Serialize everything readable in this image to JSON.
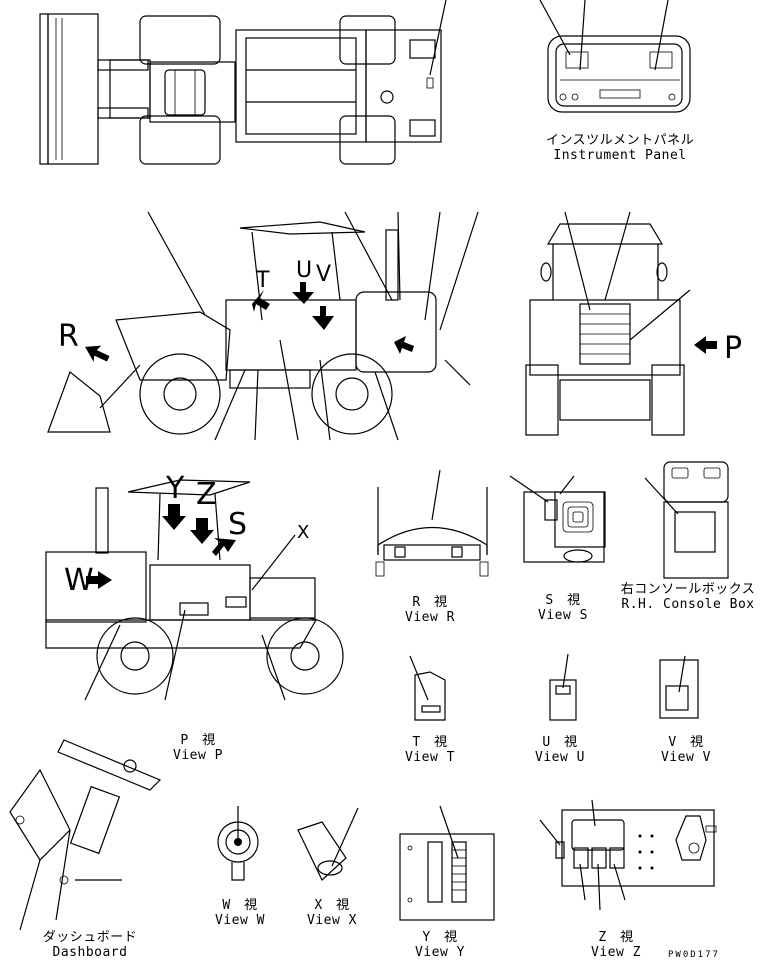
{
  "colors": {
    "ink": "#000000",
    "paper": "#ffffff"
  },
  "letters": {
    "R": "R",
    "P": "P",
    "Y": "Y",
    "Z": "Z",
    "S": "S",
    "T": "T",
    "W": "W",
    "U": "U",
    "V": "V",
    "X": "X"
  },
  "views": {
    "instrument_panel": {
      "jp": "インスツルメントパネル",
      "en": "Instrument Panel"
    },
    "view_r": {
      "jp": "R　視",
      "en": "View R"
    },
    "view_s": {
      "jp": "S　視",
      "en": "View S"
    },
    "rh_console": {
      "jp": "右コンソールボックス",
      "en": "R.H. Console Box"
    },
    "view_p": {
      "jp": "P　視",
      "en": "View P"
    },
    "view_t": {
      "jp": "T　視",
      "en": "View T"
    },
    "view_u": {
      "jp": "U　視",
      "en": "View U"
    },
    "view_v": {
      "jp": "V　視",
      "en": "View V"
    },
    "dashboard": {
      "jp": "ダッシュボード",
      "en": "Dashboard"
    },
    "view_w": {
      "jp": "W　視",
      "en": "View W"
    },
    "view_x": {
      "jp": "X　視",
      "en": "View X"
    },
    "view_y": {
      "jp": "Y　視",
      "en": "View Y"
    },
    "view_z": {
      "jp": "Z　視",
      "en": "View Z"
    }
  },
  "drawing_code": "PW0D177"
}
